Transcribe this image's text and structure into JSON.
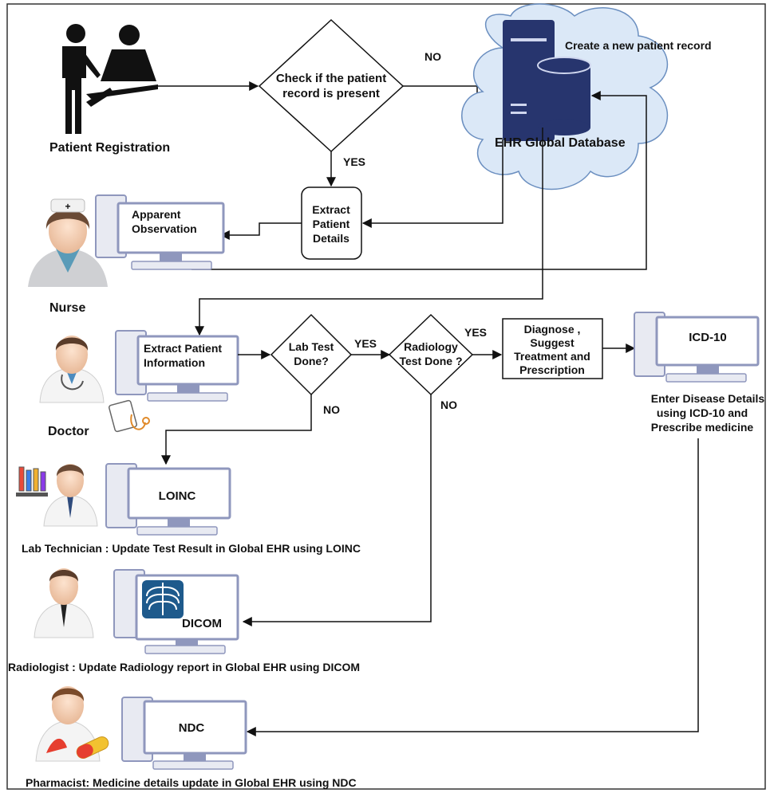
{
  "registration": {
    "label": "Patient Registration"
  },
  "decision_record": {
    "line1": "Check if the",
    "line2": "patient",
    "line3": "record is present"
  },
  "edge_no_top": "NO",
  "edge_yes_top": "YES",
  "database": {
    "create_label": "Create a new patient record",
    "name": "EHR Global Database"
  },
  "extract_details": {
    "line1": "Extract",
    "line2": "Patient",
    "line3": "Details"
  },
  "nurse": {
    "screen_line1": "Apparent",
    "screen_line2": "Observation",
    "label": "Nurse"
  },
  "doctor": {
    "screen_line1": "Extract Patient",
    "screen_line2": "Information",
    "label": "Doctor"
  },
  "lab_decision": {
    "line1": "Lab Test",
    "line2": "Done?"
  },
  "radiology_decision": {
    "line1": "Radiology",
    "line2": "Test Done ?"
  },
  "edge_yes_lab": "YES",
  "edge_yes_radiology": "YES",
  "edge_no_lab": "NO",
  "edge_no_radiology": "NO",
  "diagnose": {
    "line1": "Diagnose ,",
    "line2": "Suggest",
    "line3": "Treatment and",
    "line4": "Prescription"
  },
  "icd": {
    "screen": "ICD-10",
    "line1": "Enter Disease Details",
    "line2": "using ICD-10 and",
    "line3": "Prescribe medicine"
  },
  "lab": {
    "screen": "LOINC",
    "caption": "Lab Technician : Update Test Result in Global EHR using LOINC"
  },
  "radiology": {
    "screen": "DICOM",
    "caption": "Radiologist : Update Radiology report  in Global EHR using DICOM"
  },
  "pharmacy": {
    "screen": "NDC",
    "caption": "Pharmacist: Medicine details update in Global EHR using NDC"
  },
  "colors": {
    "monitor_frame": "#8f97bd",
    "monitor_screen": "#ffffff",
    "cloud_fill": "#dbe8f7",
    "cloud_stroke": "#6b8fc0",
    "server": "#27356e",
    "line": "#111111"
  }
}
